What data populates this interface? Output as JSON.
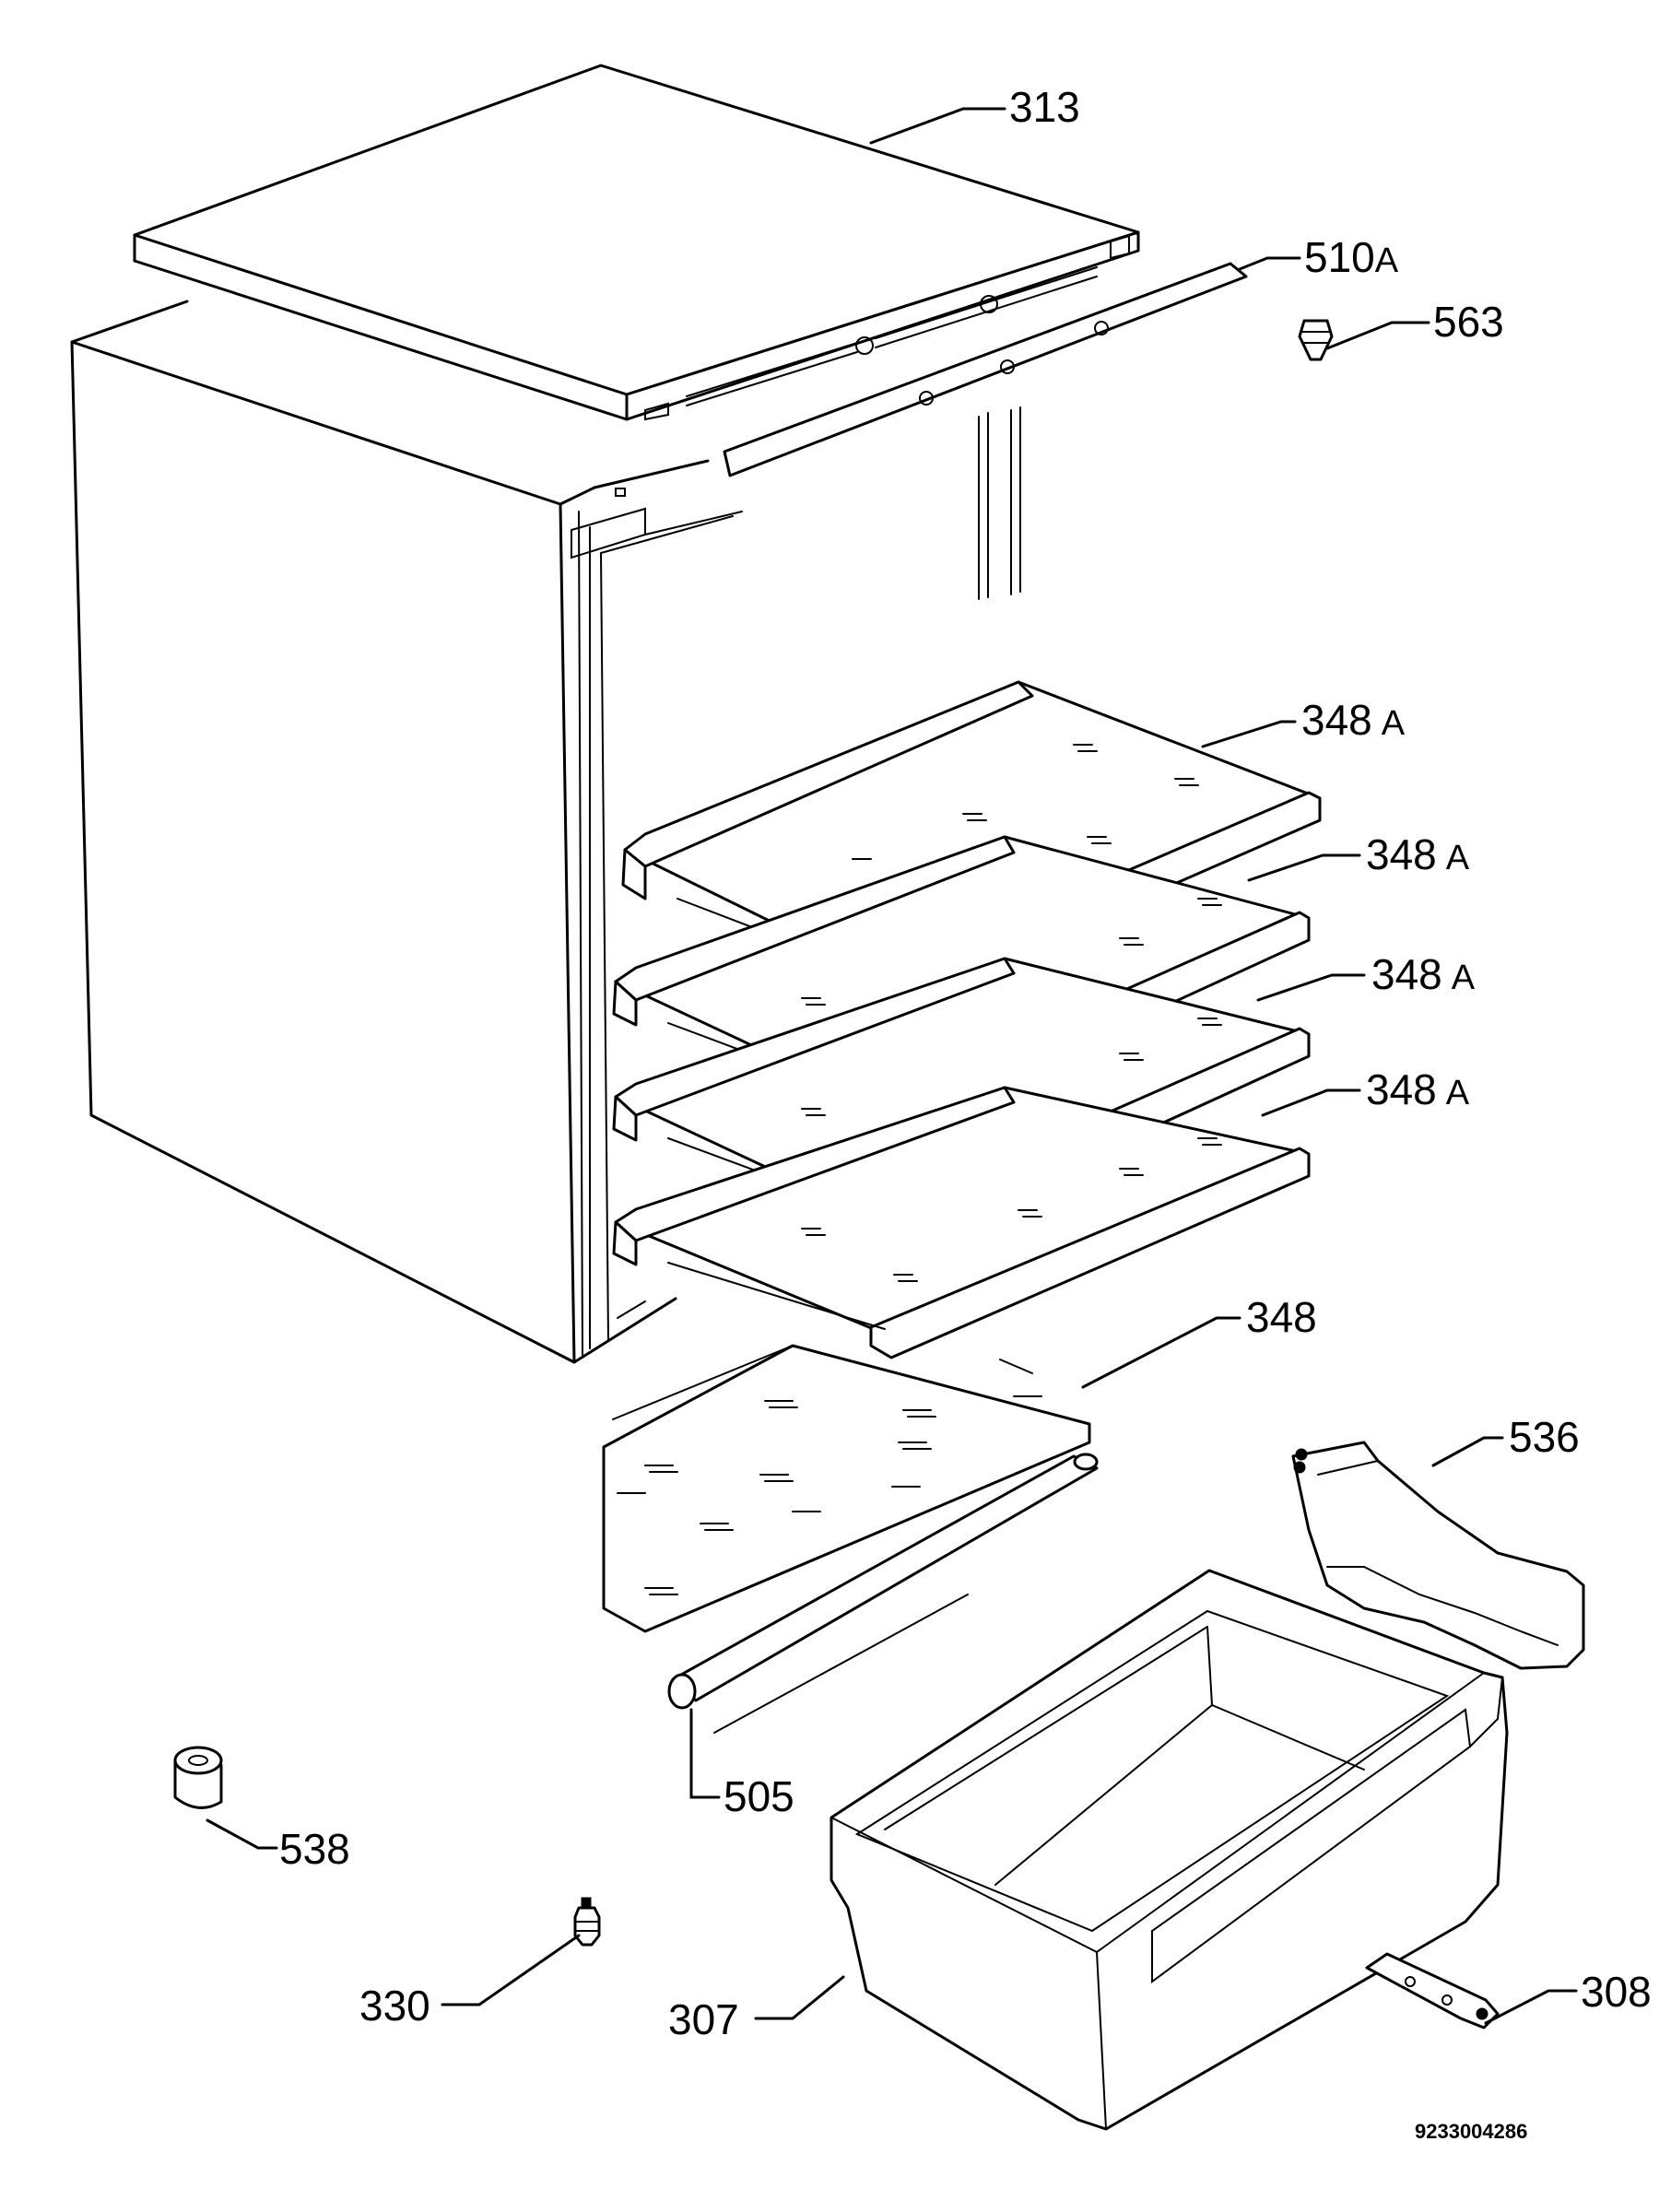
{
  "labels": {
    "p313": "313",
    "p510": "510",
    "p510_sfx": "A",
    "p563": "563",
    "p348a_1": "348",
    "p348a_1_sfx": "A",
    "p348a_2": "348",
    "p348a_2_sfx": "A",
    "p348a_3": "348",
    "p348a_3_sfx": "A",
    "p348a_4": "348",
    "p348a_4_sfx": "A",
    "p348": "348",
    "p536": "536",
    "p505": "505",
    "p538": "538",
    "p330": "330",
    "p307": "307",
    "p308": "308"
  },
  "document_number": "9233004286"
}
